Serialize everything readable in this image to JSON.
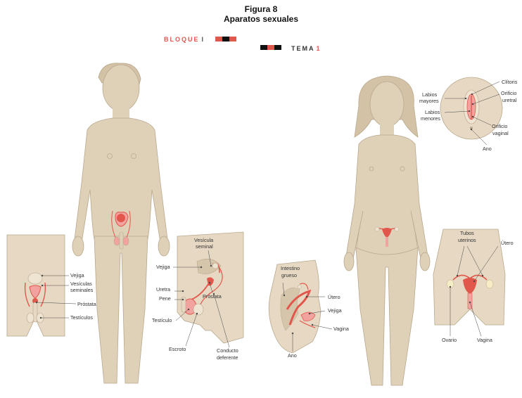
{
  "header": {
    "figure": "Figura 8",
    "title": "Aparatos sexuales"
  },
  "tags": {
    "bloque_word": "BLOQUE",
    "bloque_roman": "I",
    "tema_word": "TEMA",
    "tema_num": "1"
  },
  "colors": {
    "skin": "#dfd0b8",
    "skin_stroke": "#b9a88e",
    "organ_red": "#e2574c",
    "organ_pink": "#f2a3a0",
    "panel_bg": "#e6d8c2",
    "accent_red": "#e2574c",
    "accent_black": "#111111"
  },
  "male": {
    "front_labels": {
      "vejiga": "Vejiga",
      "vesiculas_1": "Vesículas",
      "vesiculas_2": "seminales",
      "prostata": "Próstata",
      "testiculos": "Testículos"
    },
    "side_labels": {
      "vesicula_1": "Vesícula",
      "vesicula_2": "seminal",
      "vejiga": "Vejiga",
      "uretra": "Uretra",
      "pene": "Pene",
      "prostata": "Próstata",
      "testiculo": "Testículo",
      "escroto": "Escroto",
      "conducto_1": "Conducto",
      "conducto_2": "deferente"
    }
  },
  "female": {
    "side_labels": {
      "intestino_1": "Intestino",
      "intestino_2": "grueso",
      "utero": "Útero",
      "vejiga": "Vejiga",
      "vagina": "Vagina",
      "ano": "Ano"
    },
    "vulva_labels": {
      "clitoris": "Clítoris",
      "labios_mayores_1": "Labios",
      "labios_mayores_2": "mayores",
      "orificio_uretral_1": "Orificio",
      "orificio_uretral_2": "uretral",
      "labios_menores_1": "Labios",
      "labios_menores_2": "menores",
      "orificio_vaginal_1": "Orificio",
      "orificio_vaginal_2": "vaginal",
      "ano": "Ano"
    },
    "front_labels": {
      "tubos_1": "Tubos",
      "tubos_2": "uterinos",
      "utero": "Útero",
      "ovario": "Ovario",
      "vagina": "Vagina"
    }
  }
}
